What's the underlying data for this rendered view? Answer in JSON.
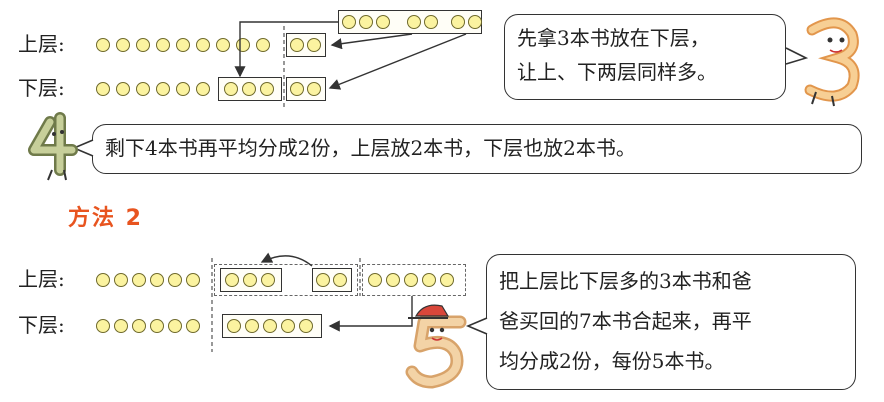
{
  "method1": {
    "upper_label": "上层:",
    "lower_label": "下层:",
    "bubble_top": [
      "先拿3本书放在下层，",
      "让上、下两层同样多。"
    ],
    "bubble_bottom": "剩下4本书再平均分成2份，上层放2本书，下层也放2本书。"
  },
  "method2": {
    "title": "方法 2",
    "upper_label": "上层:",
    "lower_label": "下层:",
    "bubble": [
      "把上层比下层多的3本书和爸",
      "爸买回的7本书合起来，再平",
      "均分成2份，每份5本书。"
    ]
  },
  "colors": {
    "title": "#e8541f",
    "dot_fill": "#fbf3a0",
    "character": "#f1c38a"
  },
  "characters": [
    "digit-3-character",
    "digit-4-character",
    "digit-5-character"
  ]
}
